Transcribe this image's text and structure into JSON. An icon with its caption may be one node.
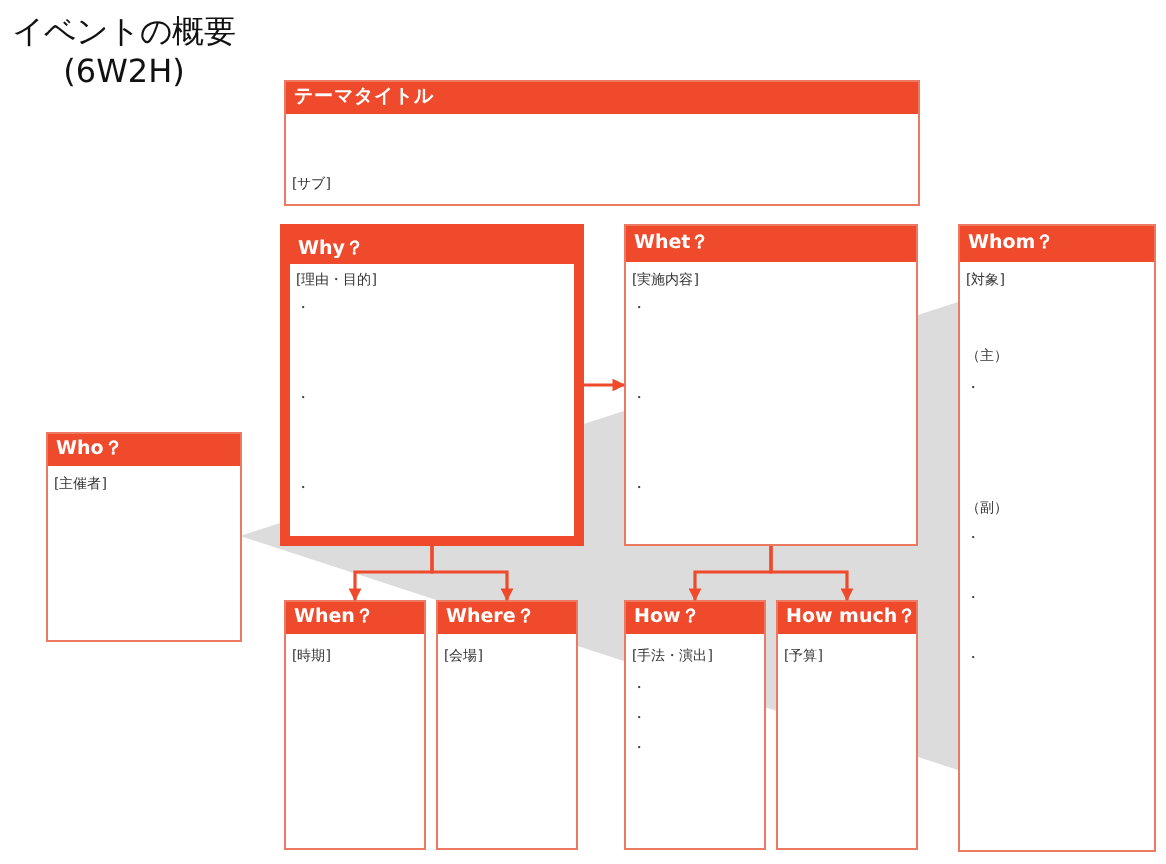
{
  "diagram": {
    "title": "イベントの概要(6W2H)",
    "nodes": [
      {
        "text": [
          "テーマタイトル",
          "[サブ]"
        ]
      },
      {
        "text": [
          "Why？",
          "[理由・目的]",
          "・",
          "・",
          "・"
        ]
      },
      {
        "text": [
          "Whet？",
          "[実施内容]",
          "・",
          "・",
          "・"
        ]
      },
      {
        "text": [
          "Whom？",
          "[対象]",
          "（主）",
          "・",
          "（副）",
          "・",
          "・",
          "・"
        ]
      },
      {
        "text": [
          "Who？",
          "[主催者]"
        ]
      },
      {
        "text": [
          "When？",
          "[時期]"
        ]
      },
      {
        "text": [
          "Where？",
          "[会場]"
        ]
      },
      {
        "text": [
          "How？",
          "[手法・演出]",
          "・",
          "・",
          "・"
        ]
      },
      {
        "text": [
          "How much？",
          "[予算]"
        ]
      }
    ],
    "edges": [
      {
        "from": 1,
        "to": 2,
        "arrow": "to"
      },
      {
        "from": 1,
        "to": 5,
        "arrow": "to"
      },
      {
        "from": 1,
        "to": 6,
        "arrow": "to"
      },
      {
        "from": 2,
        "to": 7,
        "arrow": "to"
      },
      {
        "from": 2,
        "to": 8,
        "arrow": "to"
      }
    ]
  }
}
